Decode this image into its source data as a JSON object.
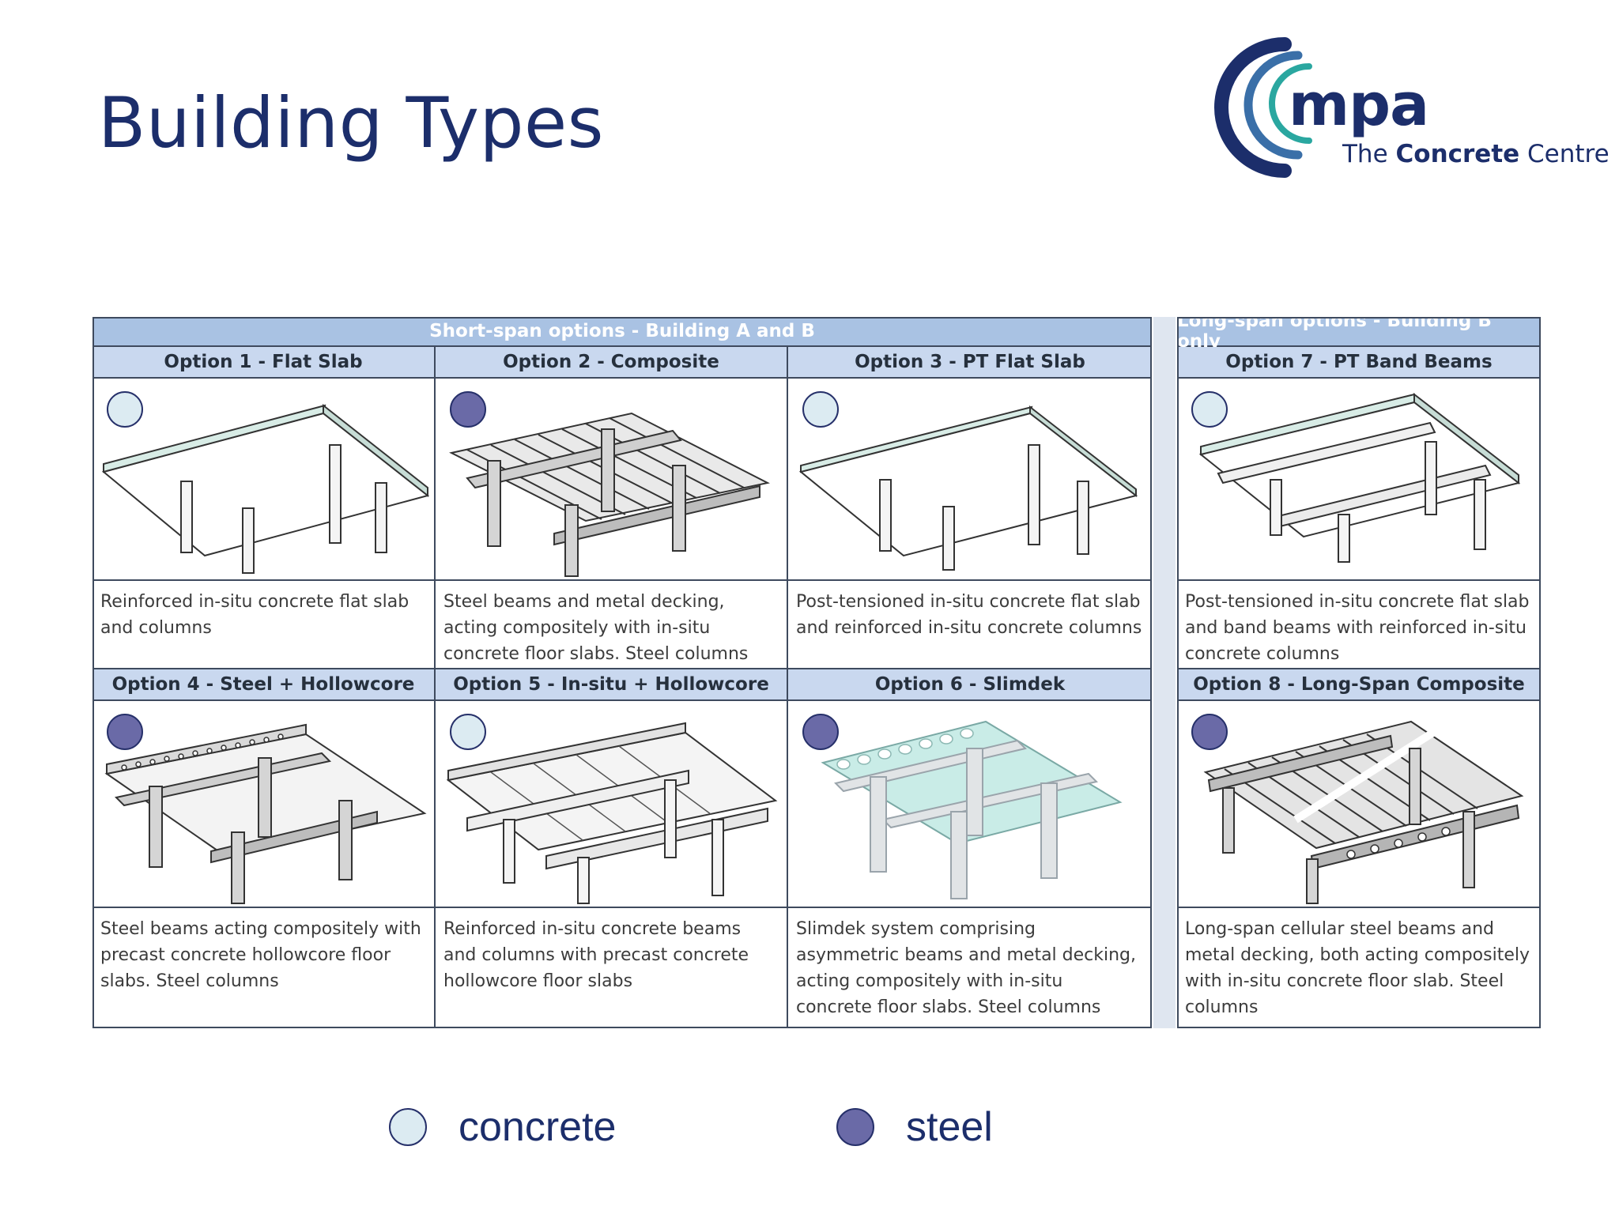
{
  "slide": {
    "title": "Building Types"
  },
  "logo": {
    "brand": "mpa",
    "sub_prefix": "The ",
    "sub_bold": "Concrete",
    "sub_suffix": " Centre"
  },
  "short_span": {
    "band_label": "Short-span options - Building A and B",
    "options": [
      {
        "label": "Option 1 - Flat Slab",
        "material": "concrete",
        "icon": "flat-slab-diagram",
        "description": "Reinforced in-situ concrete flat slab and columns"
      },
      {
        "label": "Option 2 - Composite",
        "material": "steel",
        "icon": "composite-diagram",
        "description": "Steel beams and metal decking, acting compositely with in-situ concrete floor slabs. Steel columns"
      },
      {
        "label": "Option 3 - PT Flat Slab",
        "material": "concrete",
        "icon": "pt-flat-slab-diagram",
        "description": "Post-tensioned in-situ concrete flat slab and reinforced in-situ concrete columns"
      },
      {
        "label": "Option 4 - Steel + Hollowcore",
        "material": "steel",
        "icon": "steel-hollowcore-diagram",
        "description": "Steel beams acting compositely with precast concrete hollowcore floor slabs. Steel columns"
      },
      {
        "label": "Option 5 - In-situ + Hollowcore",
        "material": "concrete",
        "icon": "insitu-hollowcore-diagram",
        "description": "Reinforced in-situ concrete beams and columns with precast concrete hollowcore floor slabs"
      },
      {
        "label": "Option 6 - Slimdek",
        "material": "steel",
        "icon": "slimdek-diagram",
        "description": "Slimdek system comprising asymmetric beams and metal decking, acting compositely with in-situ concrete floor slabs. Steel columns"
      }
    ]
  },
  "long_span": {
    "band_label": "Long-span options - Building B only",
    "options": [
      {
        "label": "Option 7 - PT Band Beams",
        "material": "concrete",
        "icon": "pt-band-beams-diagram",
        "description": "Post-tensioned in-situ concrete flat slab and band beams with reinforced in-situ concrete columns"
      },
      {
        "label": "Option 8 - Long-Span Composite",
        "material": "steel",
        "icon": "long-span-composite-diagram",
        "description": "Long-span cellular steel beams and metal decking, both acting compositely with in-situ concrete floor slab. Steel columns"
      }
    ]
  },
  "legend": {
    "concrete_label": "concrete",
    "steel_label": "steel"
  },
  "colors": {
    "title": "#1c2e6b",
    "band": "#a9c2e3",
    "col_head": "#c9d8ef",
    "concrete": "#dcebf2",
    "steel": "#6a6aa7",
    "slab_tint": "#d8ece6"
  }
}
